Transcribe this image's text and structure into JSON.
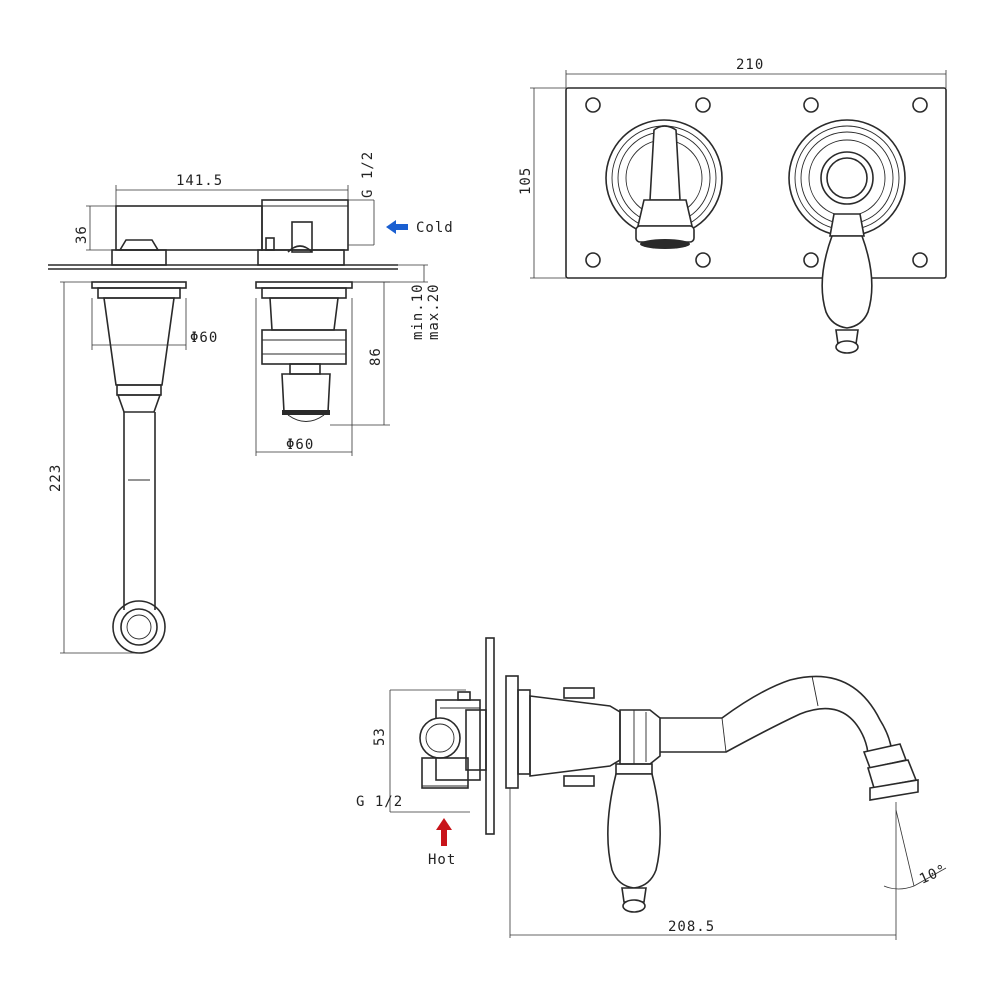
{
  "dimensions": {
    "width_141": "141.5",
    "thread_side": "G 1/2",
    "height_36": "36",
    "dia_60_left": "Φ60",
    "dia_60_right": "Φ60",
    "depth_86": "86",
    "min_label": "min.10",
    "max_label": "max.20",
    "length_223": "223",
    "plate_width": "210",
    "plate_height": "105",
    "height_53": "53",
    "thread_bottom": "G 1/2",
    "spout_reach": "208.5",
    "angle": "10°"
  },
  "labels": {
    "cold": "Cold",
    "hot": "Hot"
  },
  "colors": {
    "cold_arrow": "#1a5fd1",
    "hot_arrow": "#c8141a",
    "line": "#2a2a2a"
  }
}
